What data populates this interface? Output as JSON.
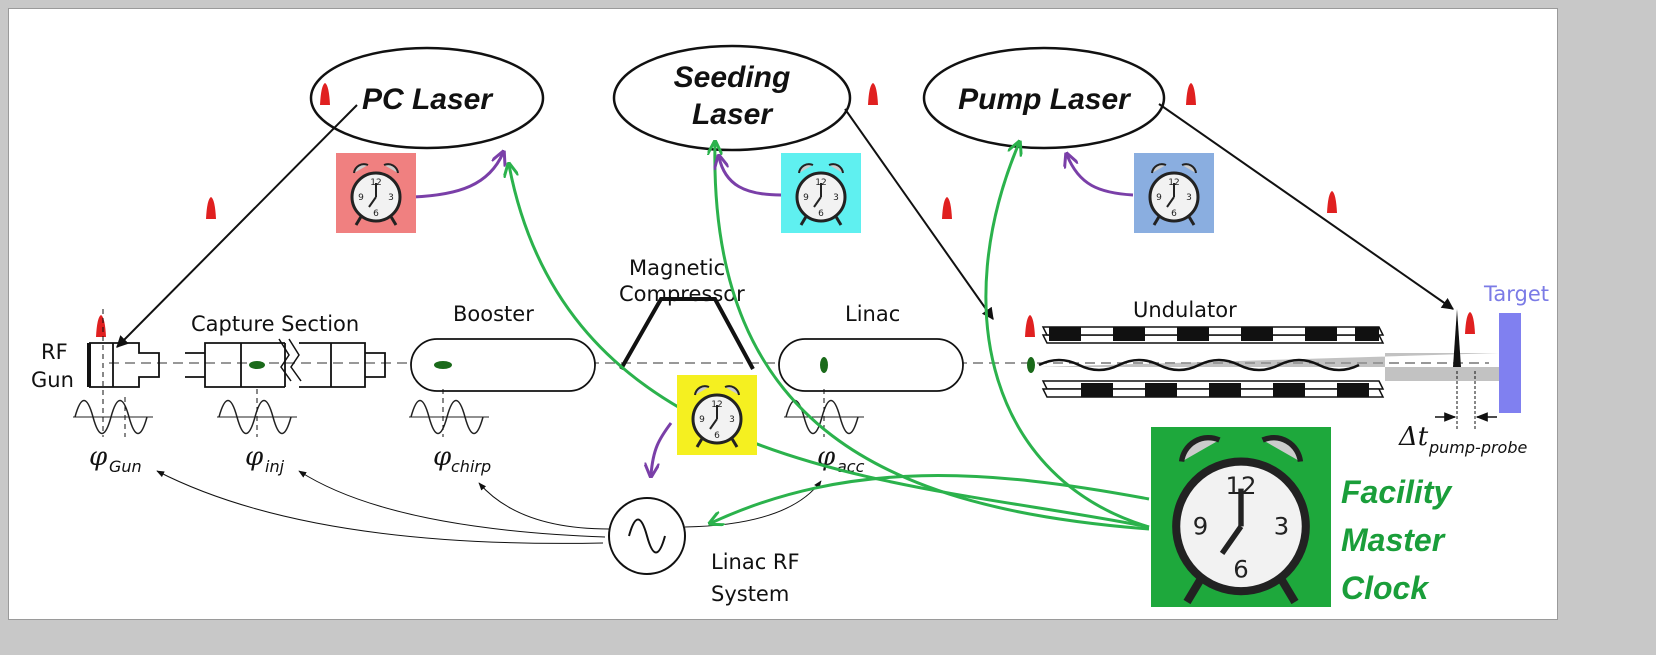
{
  "lasers": {
    "pc": "PC Laser",
    "seeding_line1": "Seeding",
    "seeding_line2": "Laser",
    "pump": "Pump Laser"
  },
  "sections": {
    "rf_gun_line1": "RF",
    "rf_gun_line2": "Gun",
    "capture": "Capture Section",
    "booster": "Booster",
    "compressor_line1": "Magnetic",
    "compressor_line2": "Compressor",
    "linac": "Linac",
    "undulator": "Undulator",
    "target": "Target"
  },
  "phases": {
    "symbol": "φ",
    "gun": "Gun",
    "inj": "inj",
    "chirp": "chirp",
    "acc": "acc"
  },
  "rf_system": {
    "line1": "Linac RF",
    "line2": "System"
  },
  "master_clock": {
    "line1": "Facility",
    "line2": "Master",
    "line3": "Clock"
  },
  "delay": {
    "symbol": "Δt",
    "sub": "pump-probe"
  },
  "colors": {
    "pc_clock_bg": "#f08080",
    "seed_clock_bg": "#5ff0f0",
    "pump_clock_bg": "#8aaee0",
    "compressor_clock_bg": "#f5f020",
    "master_clock_bg": "#1ea83c",
    "sync_arrow": "#2bb24c",
    "local_arrow": "#7a3fa8",
    "laser_pulse": "#e02020",
    "target": "#8080f0"
  },
  "icons": [
    "alarm-clock-icon",
    "laser-pulse-icon",
    "sine-wave-icon",
    "bunch-icon"
  ]
}
